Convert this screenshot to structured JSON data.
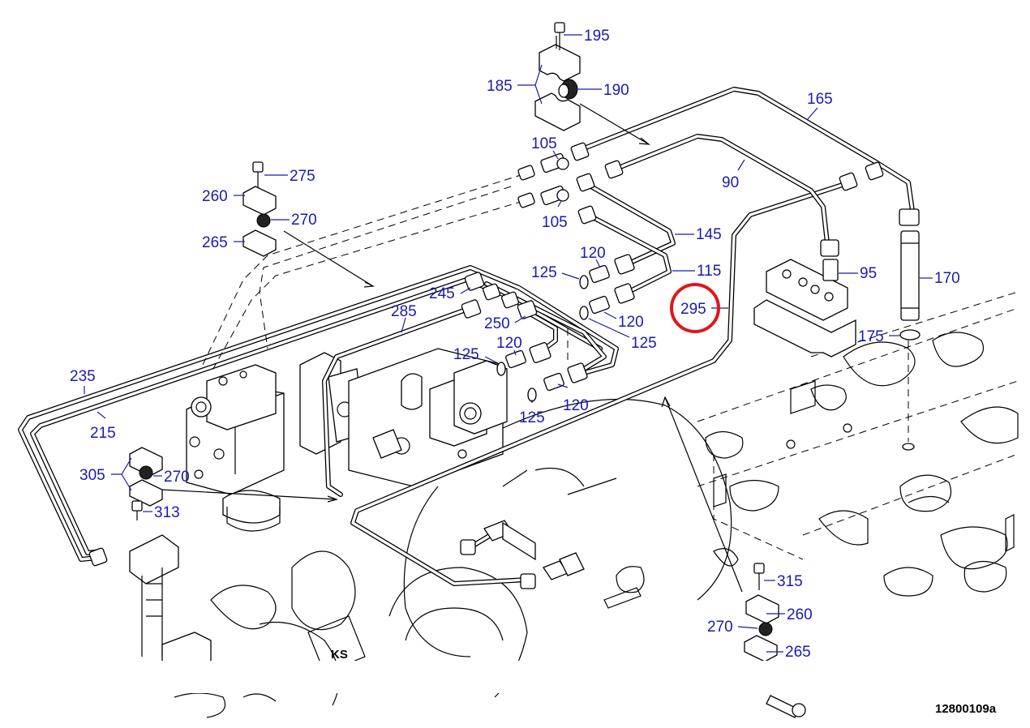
{
  "diagram": {
    "reference_code": "12800109a",
    "highlight_color": "#e0161b",
    "callout_color": "#1a1ab0",
    "highlighted_callout": "295",
    "callouts": [
      "195",
      "185",
      "190",
      "165",
      "105",
      "90",
      "275",
      "260",
      "270",
      "265",
      "105",
      "145",
      "120",
      "125",
      "115",
      "95",
      "170",
      "245",
      "285",
      "295",
      "250",
      "120",
      "125",
      "175",
      "125",
      "120",
      "125",
      "120",
      "235",
      "215",
      "305",
      "270",
      "313",
      "315",
      "260",
      "270",
      "265"
    ],
    "logo_text": "KS"
  }
}
